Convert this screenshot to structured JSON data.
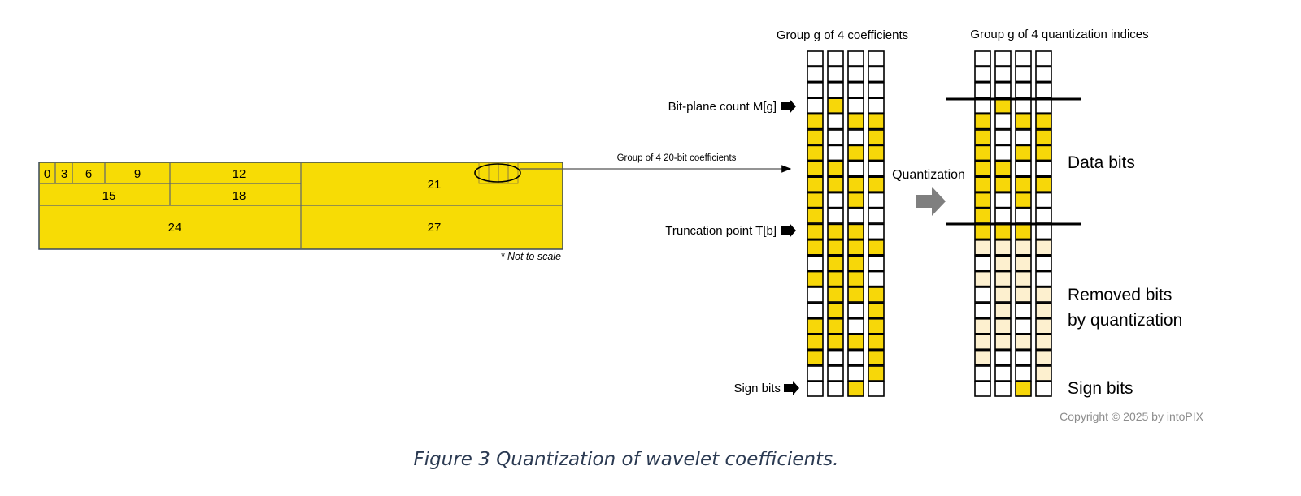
{
  "subband_diagram": {
    "cells": [
      "0",
      "3",
      "6",
      "9",
      "12",
      "15",
      "18",
      "21",
      "24",
      "27"
    ],
    "note": "* Not to scale",
    "arrow_label": "Group of 4 20-bit coefficients"
  },
  "left_group": {
    "title": "Group g of 4 coefficients",
    "bitplane_label": "Bit-plane count M[g]",
    "truncation_label": "Truncation point T[b]",
    "sign_label": "Sign bits",
    "rows": [
      "0000",
      "0000",
      "0000",
      "0100",
      "1011",
      "1001",
      "1011",
      "1100",
      "1111",
      "1010",
      "1000",
      "1110",
      "1111",
      "0110",
      "1110",
      "0111",
      "0101",
      "1101",
      "1111",
      "1001",
      "0001"
    ],
    "sign_bits": "0010"
  },
  "quantization_label": "Quantization",
  "right_group": {
    "title": "Group g of 4 quantization indices",
    "data_bits_label": "Data bits",
    "removed_bits_label": [
      "Removed bits",
      "by quantization"
    ],
    "sign_label": "Sign bits"
  },
  "copyright": "Copyright © 2025 by intoPIX",
  "caption": "Figure 3 Quantization of wavelet coefficients.",
  "colors": {
    "bit_set": "#f7d709",
    "bit_removed": "#fdf0cf",
    "bit_clear": "#ffffff",
    "subband_fill": "#f7dc05",
    "subband_border": "#3a4a5c",
    "line": "#000000",
    "quant_arrow": "#7f7f7f",
    "copyright": "#8c8c8c"
  },
  "layout_info": {
    "data_rows_visible": 8,
    "truncated_from_row": 12
  }
}
